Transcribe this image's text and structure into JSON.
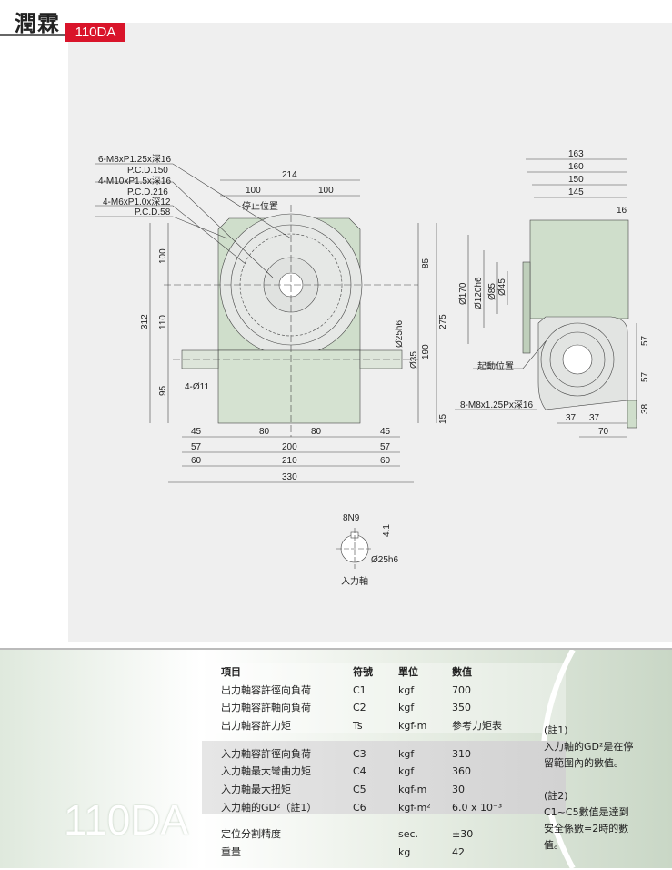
{
  "header": {
    "brand": "潤霖",
    "model_badge": "110DA"
  },
  "colors": {
    "accent": "#d9142a",
    "body_green": "#cfdecb",
    "plate_gray": "#e2e4e2"
  },
  "drawing": {
    "callouts": [
      "6-M8xP1.25x深16",
      "P.C.D.150",
      "4-M10xP1.5x深16",
      "P.C.D.216",
      "4-M6xP1.0x深12",
      "P.C.D.58"
    ],
    "stop_position": "停止位置",
    "start_position": "起動位置",
    "front": {
      "top_dims": [
        "214",
        "100",
        "100"
      ],
      "left_dims": [
        "312",
        "100",
        "110",
        "95"
      ],
      "hole_label": "4-Ø11",
      "right_dims": [
        "85",
        "275",
        "190",
        "15",
        "Ø25h6",
        "Ø35"
      ],
      "bottom_dims": [
        "45",
        "80",
        "80",
        "45",
        "57",
        "200",
        "57",
        "60",
        "210",
        "60",
        "330"
      ]
    },
    "side": {
      "top_dims": [
        "163",
        "160",
        "150",
        "145",
        "16"
      ],
      "diameters": [
        "Ø170",
        "Ø120h6",
        "Ø85",
        "Ø45"
      ],
      "right_dims": [
        "57",
        "57",
        "38"
      ],
      "bottom_dims": [
        "37",
        "37",
        "70"
      ],
      "hole_label": "8-M8x1.25Px深16"
    },
    "shaft": {
      "key": "8N9",
      "depth": "4.1",
      "diameter": "Ø25h6",
      "title": "入力軸"
    }
  },
  "specs": {
    "model_watermark": "110DA",
    "headers": [
      "項目",
      "符號",
      "單位",
      "數值"
    ],
    "rows": [
      [
        "出力軸容許徑向負荷",
        "C1",
        "kgf",
        "700"
      ],
      [
        "出力軸容許軸向負荷",
        "C2",
        "kgf",
        "350"
      ],
      [
        "出力軸容許力矩",
        "Ts",
        "kgf-m",
        "參考力矩表"
      ],
      [
        "入力軸容許徑向負荷",
        "C3",
        "kgf",
        "310"
      ],
      [
        "入力軸最大彎曲力矩",
        "C4",
        "kgf",
        "360"
      ],
      [
        "入力軸最大扭矩",
        "C5",
        "kgf-m",
        "30"
      ],
      [
        "入力軸的GD²（註1）",
        "C6",
        "kgf-m²",
        "6.0 x 10⁻³"
      ],
      [
        "定位分割精度",
        "",
        "sec.",
        "±30"
      ],
      [
        "重量",
        "",
        "kg",
        "42"
      ]
    ],
    "notes": [
      "(註1)",
      "入力軸的GD²是在停",
      "留範圍內的數值。",
      "(註2)",
      "C1~C5數值是達到",
      "安全係數=2時的數",
      "值。"
    ]
  }
}
